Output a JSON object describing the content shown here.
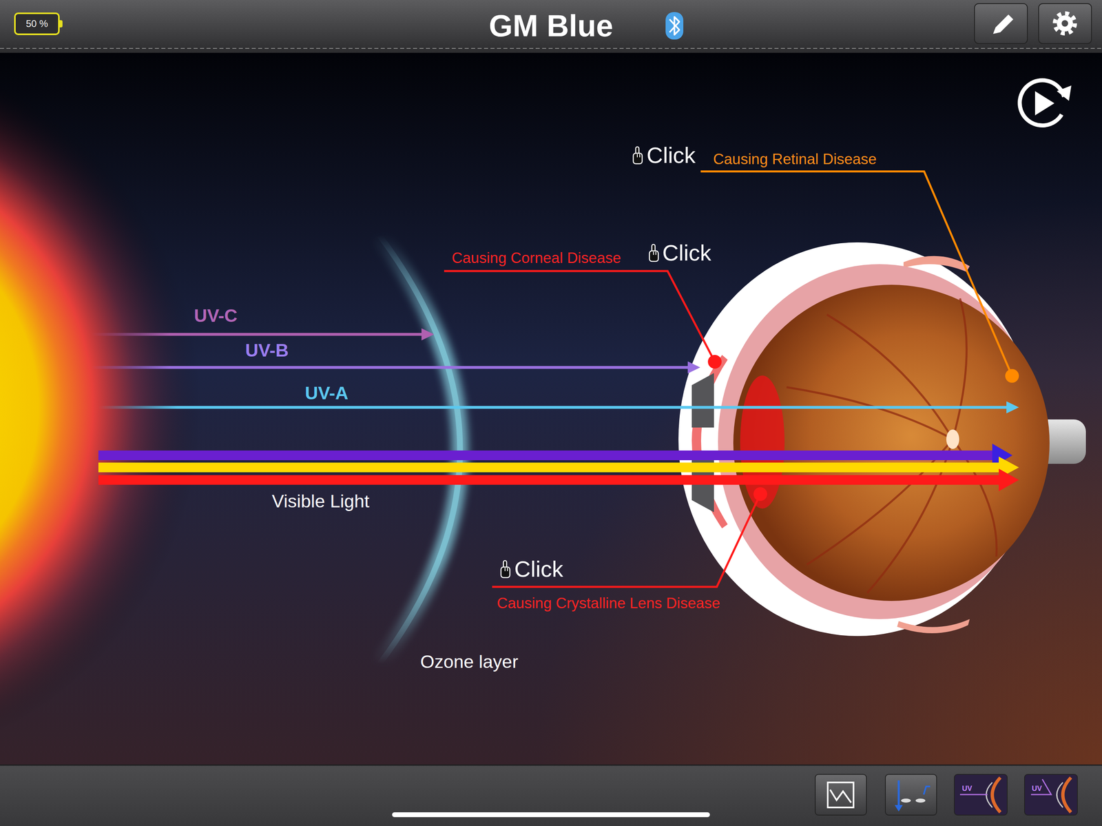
{
  "diagram": {
    "title": "GM Blue",
    "nodes": [
      {
        "text": [
          "50 %"
        ]
      }
    ],
    "labels": [
      "Click",
      "Causing Retinal Disease",
      "Causing Corneal Disease",
      "Click",
      "UV-C",
      "UV-B",
      "UV-A",
      "Visible Light",
      "Click",
      "Causing Crystalline Lens Disease",
      "Ozone layer",
      "UV",
      "UV"
    ]
  }
}
